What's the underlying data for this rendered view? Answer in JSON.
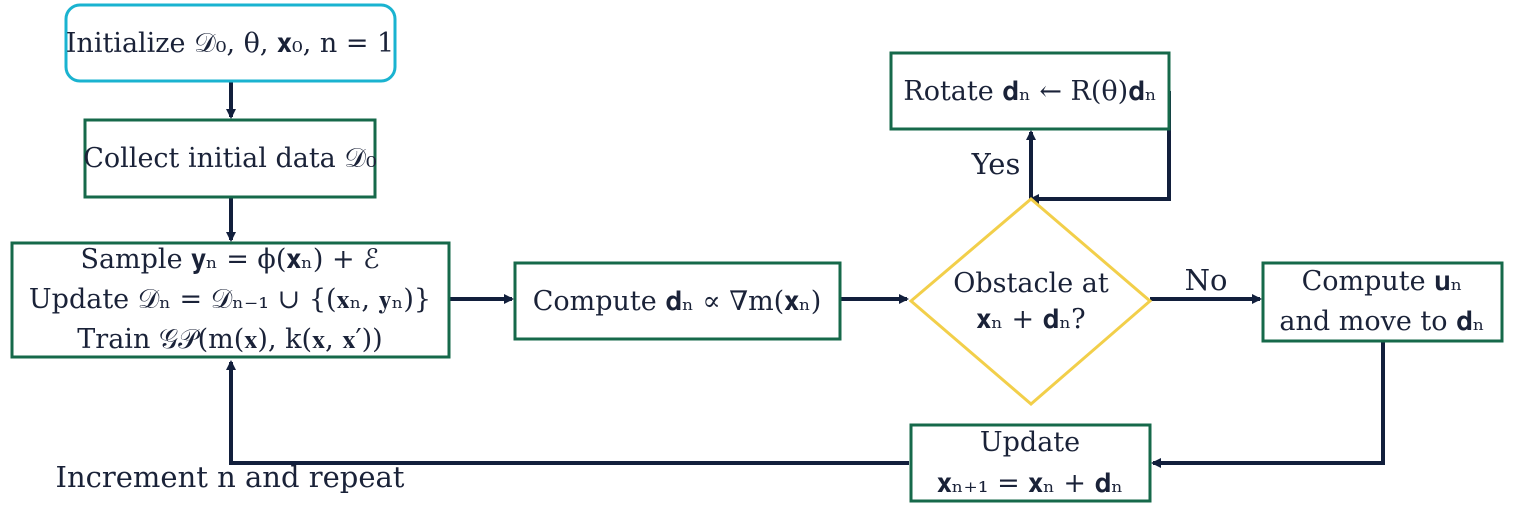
{
  "colors": {
    "start_border": "#1ab3d0",
    "process_border": "#16694a",
    "decision_border": "#f2cf4a",
    "arrow": "#121f3c",
    "text": "#1a2238"
  },
  "nodes": {
    "init": {
      "text": "Initialize 𝒟₀, θ, 𝐱₀, n = 1"
    },
    "collect": {
      "text": "Collect initial data 𝒟₀"
    },
    "sample": {
      "lines": [
        "Sample 𝐲ₙ = ϕ(𝐱ₙ) + ℰ",
        "Update 𝒟ₙ = 𝒟ₙ₋₁ ∪ {(𝐱ₙ, 𝐲ₙ)}",
        "Train 𝒢𝒫(m(𝐱), k(𝐱, 𝐱′))"
      ]
    },
    "compute_d": {
      "text": "Compute 𝐝ₙ ∝ ∇m(𝐱ₙ)"
    },
    "obstacle": {
      "lines": [
        "Obstacle at",
        "𝐱ₙ + 𝐝ₙ?"
      ]
    },
    "rotate": {
      "text": "Rotate 𝐝ₙ ← R(θ)𝐝ₙ"
    },
    "compute_u": {
      "lines": [
        "Compute 𝐮ₙ",
        "and move to 𝐝ₙ"
      ]
    },
    "update": {
      "lines": [
        "Update",
        "𝐱ₙ₊₁ = 𝐱ₙ + 𝐝ₙ"
      ]
    }
  },
  "edges": {
    "yes_label": "Yes",
    "no_label": "No",
    "repeat_label": "Increment n and repeat"
  }
}
